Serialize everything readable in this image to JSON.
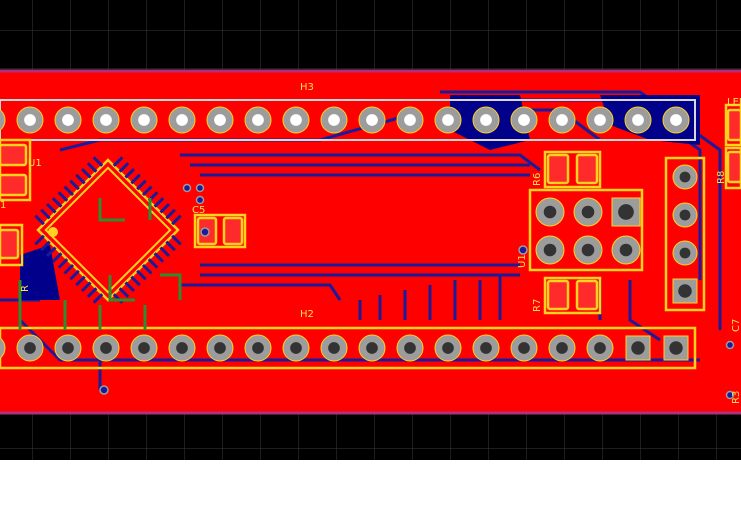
{
  "canvas": {
    "background_color": "#000000",
    "grid_color": "#3a3a3a",
    "board_color": "#ff0000",
    "bottom_copper_color": "#00008b",
    "silkscreen_color": "#ffd21f",
    "pad_color": "#9c9c9c",
    "bottom_strip_color": "#ffffff"
  },
  "designators": {
    "h3": "H3",
    "h2": "H2",
    "u1_left": "U1",
    "c5": "C5",
    "r6": "R6",
    "r7": "R7",
    "u1_right": "U1",
    "r8": "R8",
    "led": "LED",
    "c7": "C7",
    "r3": "R3",
    "c1": "1",
    "r_left": "R"
  },
  "icons": {
    "through_hole_pad": "pad-icon",
    "square_pad": "square-pad-icon",
    "smd_pad": "smd-pad-icon",
    "via": "via-icon"
  }
}
